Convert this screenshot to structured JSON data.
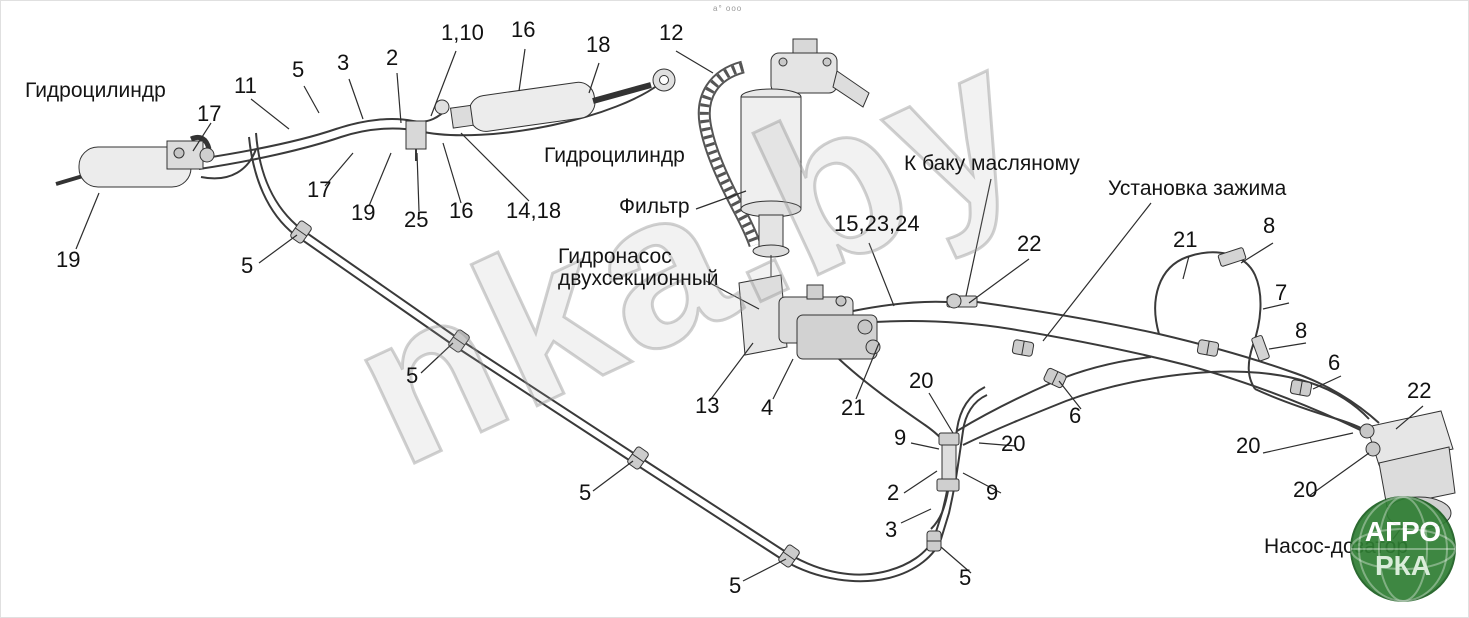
{
  "watermark": "nka.by",
  "tiny_mark": "а° ооо",
  "logo": {
    "line1": "АГРО",
    "line2": "РКА"
  },
  "labels": {
    "cylinder_left": "Гидроцилиндр",
    "cylinder_top": "Гидроцилиндр",
    "filter": "Фильтр",
    "pump_line1": "Гидронасос",
    "pump_line2": "двухсекционный",
    "to_tank": "К баку масляному",
    "clamp_install": "Установка зажима",
    "metering_pump": "Насос-дозатор"
  },
  "callouts": {
    "c17_left": "17",
    "c11": "11",
    "c5_top1": "5",
    "c3_top": "3",
    "c2_top": "2",
    "c1_10": "1,10",
    "c16_top": "16",
    "c18": "18",
    "c12": "12",
    "c17_mid": "17",
    "c19_mid": "19",
    "c25": "25",
    "c16_mid": "16",
    "c14_18": "14,18",
    "c19_left": "19",
    "c5_left": "5",
    "c15_23_24": "15,23,24",
    "c22_mid": "22",
    "c21_right": "21",
    "c8_top": "8",
    "c7": "7",
    "c8_mid": "8",
    "c6_right": "6",
    "c22_right": "22",
    "c5_diag1": "5",
    "c13": "13",
    "c4": "4",
    "c21_mid": "21",
    "c20_a": "20",
    "c6_mid": "6",
    "c20_b": "20",
    "c9_a": "9",
    "c20_c": "20",
    "c9_b": "9",
    "c2_bottom": "2",
    "c20_d": "20",
    "c3_bottom": "3",
    "c5_diag2": "5",
    "c5_bottom1": "5",
    "c5_bottom2": "5"
  }
}
